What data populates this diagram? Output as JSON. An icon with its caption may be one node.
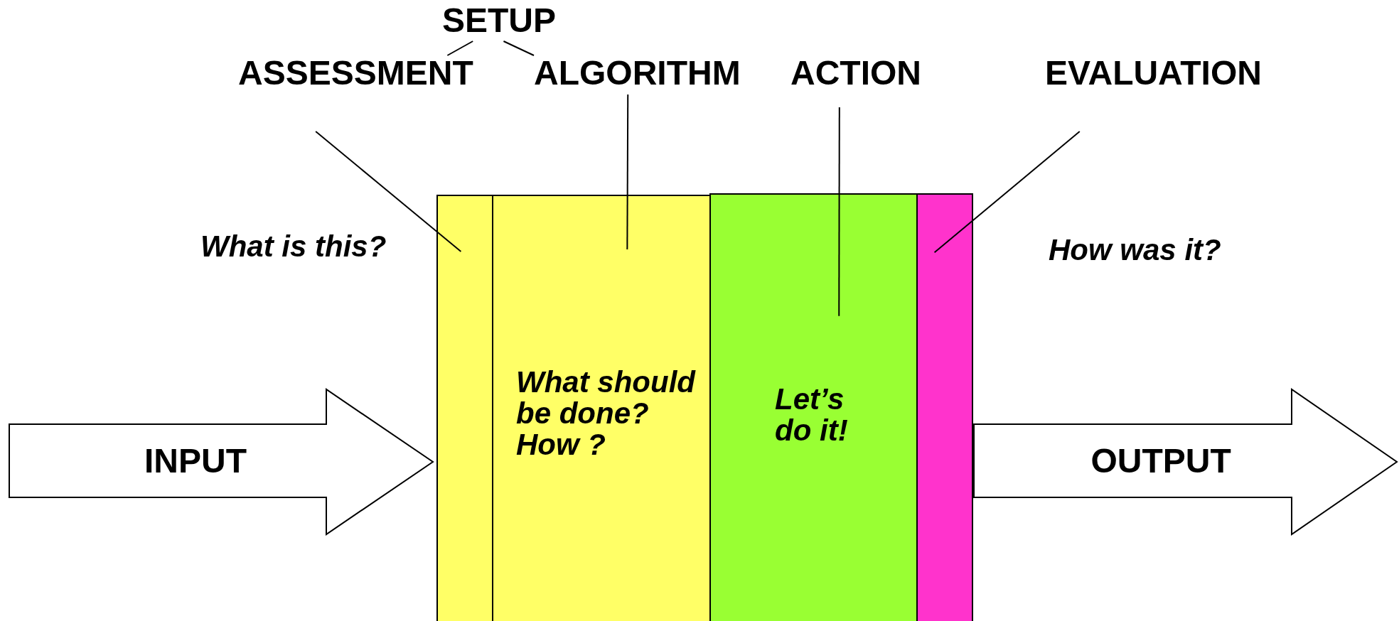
{
  "diagram": {
    "nodes": [
      {
        "text": [
          "SETUP"
        ]
      },
      {
        "text": [
          "ASSESSMENT"
        ]
      },
      {
        "text": [
          "ALGORITHM"
        ]
      },
      {
        "text": [
          "ACTION"
        ]
      },
      {
        "text": [
          "EVALUATION"
        ]
      },
      {
        "text": [
          "INPUT"
        ]
      },
      {
        "text": [],
        "shape": "box"
      },
      {
        "text": [
          "What should be done? How ?"
        ]
      },
      {
        "text": [
          "Let’s do it!"
        ]
      },
      {
        "text": [],
        "shape": "box"
      },
      {
        "text": [
          "OUTPUT"
        ]
      }
    ],
    "edges": [
      {
        "from": 0,
        "to": 1,
        "arrow": "none"
      },
      {
        "from": 0,
        "to": 2,
        "arrow": "none"
      },
      {
        "from": 1,
        "to": 6,
        "arrow": "none"
      },
      {
        "from": 2,
        "to": 7,
        "arrow": "none"
      },
      {
        "from": 3,
        "to": 8,
        "arrow": "none"
      },
      {
        "from": 4,
        "to": 9,
        "arrow": "none"
      }
    ],
    "labels": [
      "What is this?",
      "How was it?"
    ]
  }
}
